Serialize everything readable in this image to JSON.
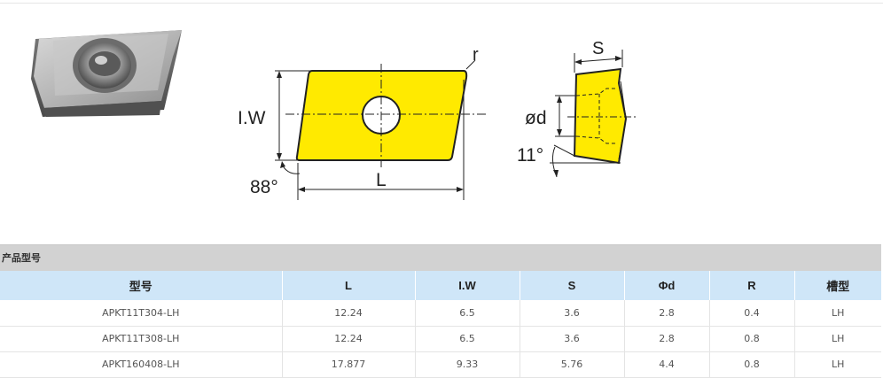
{
  "diagram": {
    "labels": {
      "r": "r",
      "iw": "I.W",
      "l": "L",
      "angle_88": "88°",
      "s": "S",
      "d": "ød",
      "angle_11": "11°"
    }
  },
  "section": {
    "title": "产品型号"
  },
  "table": {
    "headers": [
      "型号",
      "L",
      "I.W",
      "S",
      "Φd",
      "R",
      "槽型"
    ],
    "rows": [
      [
        "APKT11T304-LH",
        "12.24",
        "6.5",
        "3.6",
        "2.8",
        "0.4",
        "LH"
      ],
      [
        "APKT11T308-LH",
        "12.24",
        "6.5",
        "3.6",
        "2.8",
        "0.8",
        "LH"
      ],
      [
        "APKT160408-LH",
        "17.877",
        "9.33",
        "5.76",
        "4.4",
        "0.8",
        "LH"
      ]
    ]
  },
  "colors": {
    "insert_fill": "#ffea00",
    "header_bg": "#cfe6f8",
    "section_bg": "#d2d2d2"
  }
}
